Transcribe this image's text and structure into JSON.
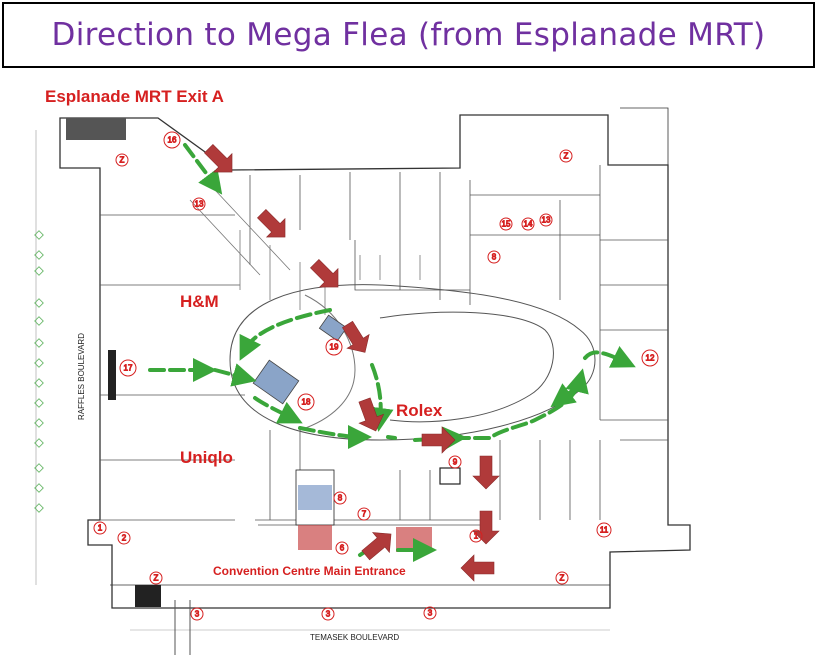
{
  "title": "Direction to Mega Flea (from Esplanade MRT)",
  "labels": {
    "exit": "Esplanade MRT Exit A",
    "hm": "H&M",
    "rolex": "Rolex",
    "uniqlo": "Uniqlo",
    "entrance": "Convention Centre Main Entrance"
  },
  "roads": {
    "left": "RAFFLES BOULEVARD",
    "bottom": "TEMASEK BOULEVARD"
  },
  "markers": [
    "16",
    "Z",
    "13",
    "Z",
    "15",
    "14",
    "13",
    "8",
    "12",
    "17",
    "19",
    "18",
    "9",
    "8",
    "7",
    "6",
    "1",
    "2",
    "Z",
    "3",
    "3",
    "3",
    "1",
    "11",
    "Z"
  ],
  "colors": {
    "title": "#7030a0",
    "label": "#d62020",
    "arrow": "#b03a3a",
    "path": "#3aa63a"
  }
}
